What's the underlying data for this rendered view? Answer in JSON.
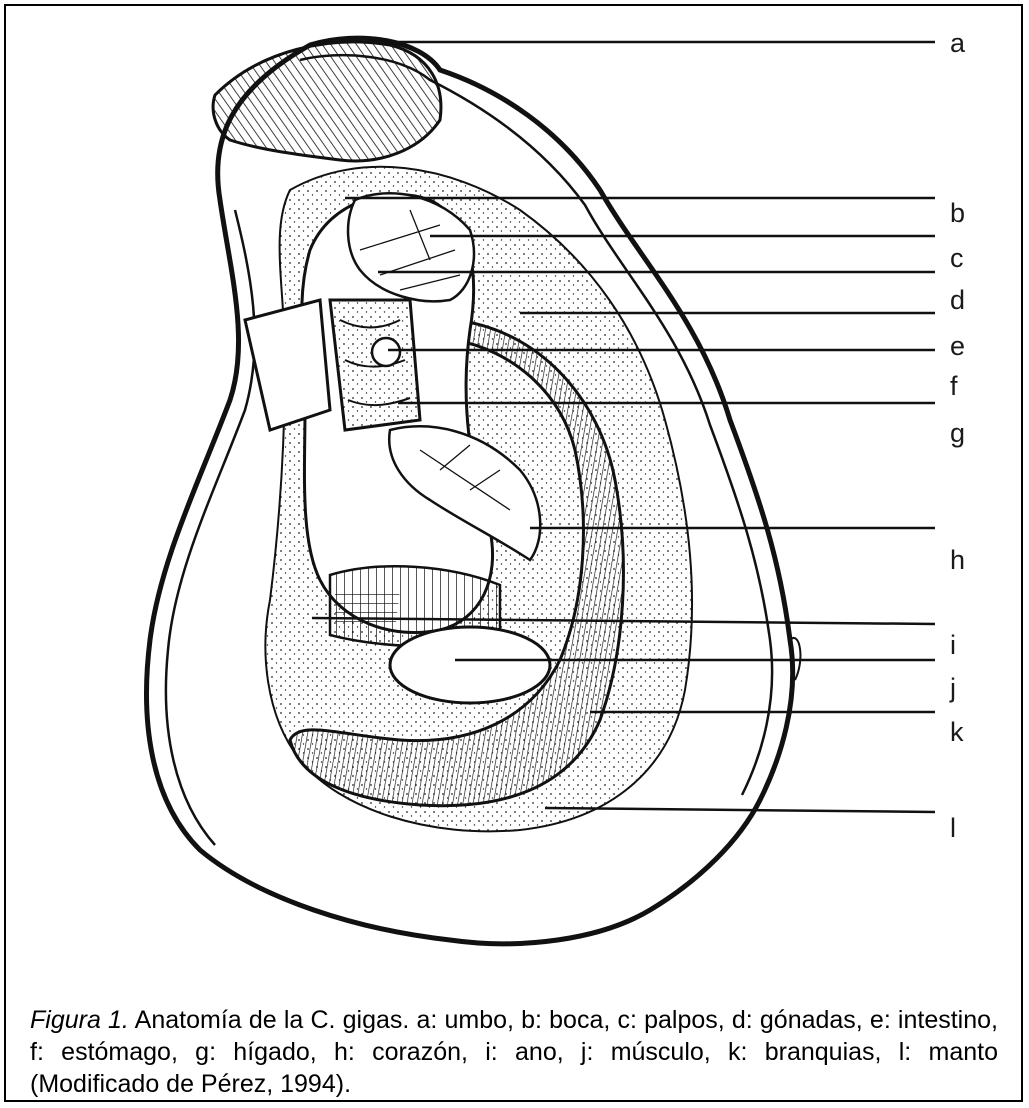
{
  "labels": [
    {
      "id": "a",
      "text": "a"
    },
    {
      "id": "b",
      "text": "b"
    },
    {
      "id": "c",
      "text": "c"
    },
    {
      "id": "d",
      "text": "d"
    },
    {
      "id": "e",
      "text": "e"
    },
    {
      "id": "f",
      "text": "f"
    },
    {
      "id": "g",
      "text": "g"
    },
    {
      "id": "h",
      "text": "h"
    },
    {
      "id": "i",
      "text": "i"
    },
    {
      "id": "j",
      "text": "j"
    },
    {
      "id": "k",
      "text": "k"
    },
    {
      "id": "l",
      "text": "l"
    }
  ],
  "caption": {
    "figure_label": "Figura 1.",
    "text": " Anatomía de la C. gigas. a: umbo, b: boca, c: palpos, d: gónadas, e: intestino, f: estómago, g: hígado, h: corazón, i: ano, j: músculo, k: branquias, l: manto (Modificado de Pérez, 1994)."
  }
}
